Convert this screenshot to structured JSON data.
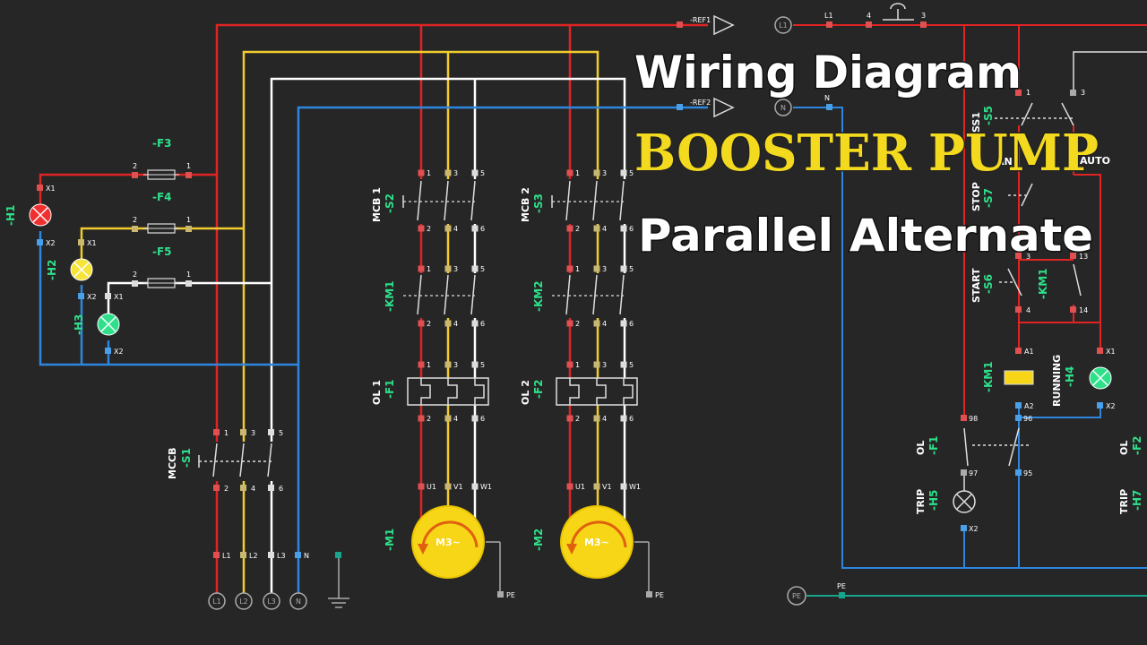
{
  "title": {
    "line1": "Wiring Diagram",
    "line2": "BOOSTER PUMP",
    "line3": "Parallel Alternate"
  },
  "colors": {
    "background": "#262626",
    "phase_l1": "#e02424",
    "phase_l2": "#f2cc2e",
    "phase_l3": "#ffffff",
    "neutral": "#2e86de",
    "earth": "#19a58c",
    "label": "#2ee08a",
    "motor": "#f6d616"
  },
  "power": {
    "refs": [
      "-REF1",
      "-REF2"
    ],
    "supply": [
      "L1",
      "L2",
      "L3",
      "N"
    ],
    "mccb_tag": "MCCB",
    "mccb_id": "-S1",
    "mccb_in": [
      "1",
      "3",
      "5"
    ],
    "mccb_out": [
      "2",
      "4",
      "6"
    ],
    "feed": [
      "L1",
      "L2",
      "L3",
      "N"
    ]
  },
  "indicators": {
    "fuses": [
      "-F3",
      "-F4",
      "-F5"
    ],
    "fuse_pins": [
      "2",
      "1"
    ],
    "lamps": [
      "-H1",
      "-H2",
      "-H3"
    ],
    "pins": [
      "X1",
      "X2"
    ]
  },
  "motors": [
    {
      "mcb_tag": "MCB 1",
      "mcb_id": "-S2",
      "km": "-KM1",
      "ol_tag": "OL 1",
      "ol_id": "-F1",
      "motor": "-M1",
      "symbol": "M3~"
    },
    {
      "mcb_tag": "MCB 2",
      "mcb_id": "-S3",
      "km": "-KM2",
      "ol_tag": "OL 2",
      "ol_id": "-F2",
      "motor": "-M2",
      "symbol": "M3~"
    }
  ],
  "motor_terms": {
    "top": [
      "1",
      "3",
      "5"
    ],
    "bottom": [
      "2",
      "4",
      "6"
    ],
    "uvw": [
      "U1",
      "V1",
      "W1"
    ],
    "pe": "PE"
  },
  "control": {
    "l1": "L1",
    "n": "N",
    "pe": "PE",
    "l1_pins": [
      "L1",
      "4",
      "3"
    ],
    "ss1_tag": "SS1",
    "ss1_id": "-S5",
    "ss1_pins": [
      "1",
      "3"
    ],
    "ss1_man": "AN",
    "auto": "AUTO",
    "stop_tag": "STOP",
    "stop_id": "-S7",
    "start_tag": "START",
    "start_id": "-S6",
    "start_pins": [
      "3",
      "4"
    ],
    "km1_aux": "-KM1",
    "km1_aux_pins": [
      "13",
      "14"
    ],
    "coil": "-KM1",
    "coil_pins": [
      "A1",
      "A2"
    ],
    "run_tag": "RUNNING",
    "run_id": "-H4",
    "ol_tag": "OL",
    "ol_id": "-F1",
    "ol_pins": [
      "98",
      "96",
      "97",
      "95"
    ],
    "trip_tag": "TRIP",
    "trip_id": "-H5",
    "trip2_tag": "TRIP",
    "trip2_id": "-H7",
    "ol2_tag": "OL",
    "ol2_id": "-F2"
  }
}
